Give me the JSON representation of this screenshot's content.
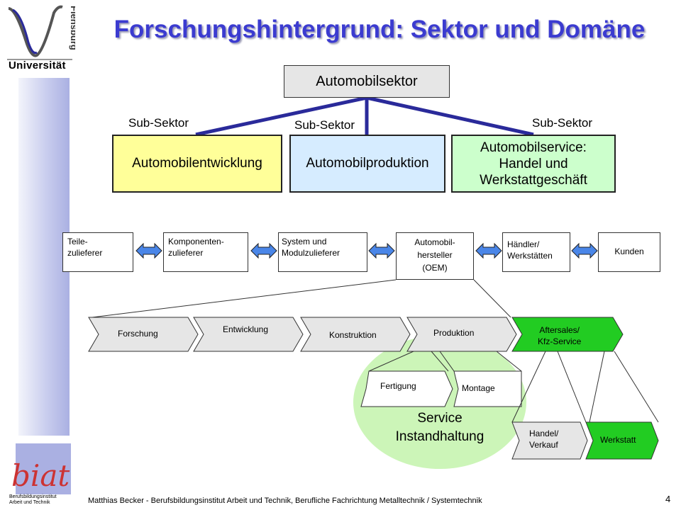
{
  "header": {
    "title": "Forschungshintergrund: Sektor und Domäne",
    "university_name": "Universität",
    "university_city": "Flensburg"
  },
  "sector": {
    "main": "Automobilsektor",
    "sub_label": "Sub-Sektor",
    "subsectors": [
      {
        "label": "Automobilentwicklung",
        "color": "#ffff99"
      },
      {
        "label": "Automobilproduktion",
        "color": "#d6ecff"
      },
      {
        "label_lines": [
          "Automobilservice:",
          "Handel und",
          "Werkstattgeschäft"
        ],
        "color": "#ccffcc"
      }
    ]
  },
  "value_chain": [
    {
      "lines": [
        "Teile-",
        "zulieferer"
      ]
    },
    {
      "lines": [
        "Komponenten-",
        "zulieferer"
      ]
    },
    {
      "lines": [
        "System und",
        "Modulzulieferer"
      ]
    },
    {
      "lines": [
        "Automobil-",
        "hersteller",
        "(OEM)"
      ]
    },
    {
      "lines": [
        "Händler/",
        "Werkstätten"
      ]
    },
    {
      "lines": [
        "Kunden"
      ]
    }
  ],
  "process": {
    "steps": [
      "Forschung",
      "Entwicklung",
      "Konstruktion",
      "Produktion"
    ],
    "aftersales_lines": [
      "Aftersales/",
      "Kfz-Service"
    ],
    "production_sub": [
      "Fertigung",
      "Montage"
    ],
    "service_sub": [
      "Handel/",
      "Verkauf"
    ],
    "werkstatt": "Werkstatt",
    "service_area_lines": [
      "Service",
      "Instandhaltung"
    ]
  },
  "colors": {
    "title": "#3b3bd0",
    "sector_line": "#2a2a9a",
    "arrow_fill": "#4a86e8",
    "process_fill": "#e6e6e6",
    "aftersales_fill": "#22cc22",
    "service_circle": "#ccf5b8"
  },
  "footer": {
    "text": "Matthias Becker - Berufsbildungsinstitut Arbeit und Technik, Berufliche Fachrichtung Metalltechnik / Systemtechnik",
    "page_number": "4",
    "logo_text": "biat",
    "logo_line1": "Berufsbildungsinstitut",
    "logo_line2": "Arbeit und Technik"
  }
}
